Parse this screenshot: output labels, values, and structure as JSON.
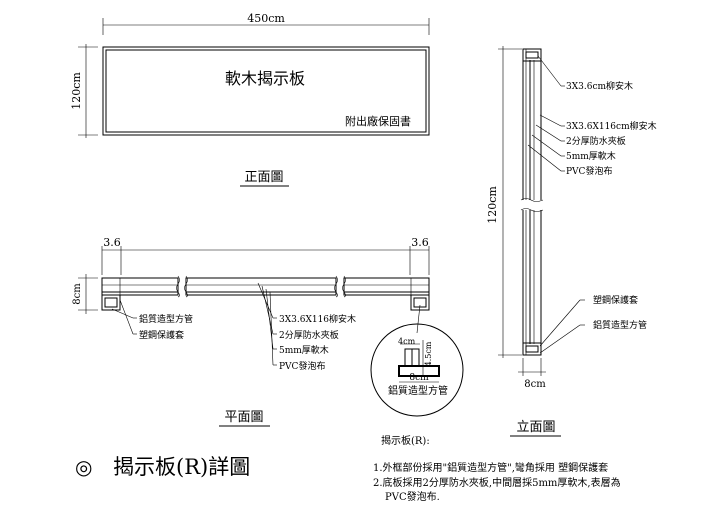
{
  "front": {
    "dim_width": "450cm",
    "dim_height": "120cm",
    "title": "軟木揭示板",
    "warranty": "附出廠保固書",
    "caption": "正面圖"
  },
  "plan": {
    "dim_left": "3.6",
    "dim_right": "3.6",
    "dim_height": "8cm",
    "label_tube": "鋁質造型方管",
    "label_guard": "塑鋼保護套",
    "label_wood": "3X3.6X116柳安木",
    "label_board": "2分厚防水夾板",
    "label_cork": "5mm厚軟木",
    "label_pvc": "PVC發泡布",
    "caption": "平面圖"
  },
  "detail": {
    "dim_w": "4cm",
    "dim_h": "4.5cm",
    "dim_bottom": "8cm",
    "caption": "鋁質造型方管"
  },
  "side": {
    "label_wood_top": "3X3.6cm柳安木",
    "label_wood": "3X3.6X116cm柳安木",
    "label_board": "2分厚防水夾板",
    "label_cork": "5mm厚軟木",
    "label_pvc": "PVC發泡布",
    "label_guard": "塑鋼保護套",
    "label_tube": "鋁質造型方管",
    "dim_height": "120cm",
    "dim_bottom": "8cm",
    "caption": "立面圖"
  },
  "title_block": {
    "symbol": "◎",
    "title": "揭示板(R)詳圖"
  },
  "notes": {
    "heading": "揭示板(R):",
    "line1": "1.外框部份採用\"鋁質造型方管\",彎角採用 塑鋼保護套",
    "line2": "2.底板採用2分厚防水夾板,中間層採5mm厚軟木,表層為",
    "line3": "PVC發泡布."
  }
}
